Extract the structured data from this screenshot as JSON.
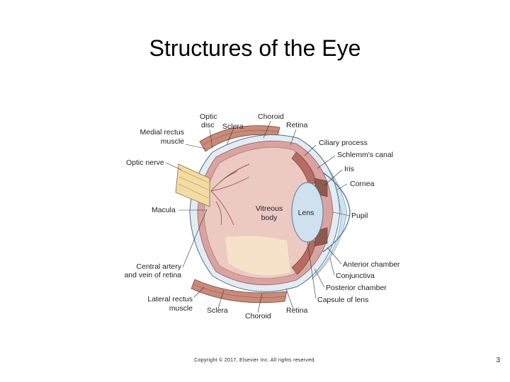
{
  "slide": {
    "title": "Structures of the Eye",
    "copyright": "Copyright © 2017, Elsevier Inc. All rights reserved.",
    "page_number": "3"
  },
  "diagram": {
    "labels": {
      "optic_disc_1": "Optic",
      "optic_disc_2": "disc",
      "sclera_top": "Sclera",
      "choroid_top": "Choroid",
      "retina_top": "Retina",
      "medial_rectus_1": "Medial rectus",
      "medial_rectus_2": "muscle",
      "ciliary_process": "Ciliary process",
      "schlemms_canal": "Schlemm's canal",
      "optic_nerve": "Optic nerve",
      "iris": "Iris",
      "cornea": "Cornea",
      "macula": "Macula",
      "vitreous_1": "Vitreous",
      "vitreous_2": "body",
      "lens": "Lens",
      "pupil": "Pupil",
      "central_artery_1": "Central artery",
      "central_artery_2": "and vein of retina",
      "anterior_chamber": "Anterior chamber",
      "conjunctiva": "Conjunctiva",
      "posterior_chamber": "Posterior chamber",
      "lateral_rectus_1": "Lateral rectus",
      "lateral_rectus_2": "muscle",
      "sclera_bottom": "Sclera",
      "choroid_bottom": "Choroid",
      "retina_bottom": "Retina",
      "capsule_of_lens": "Capsule of lens"
    }
  }
}
